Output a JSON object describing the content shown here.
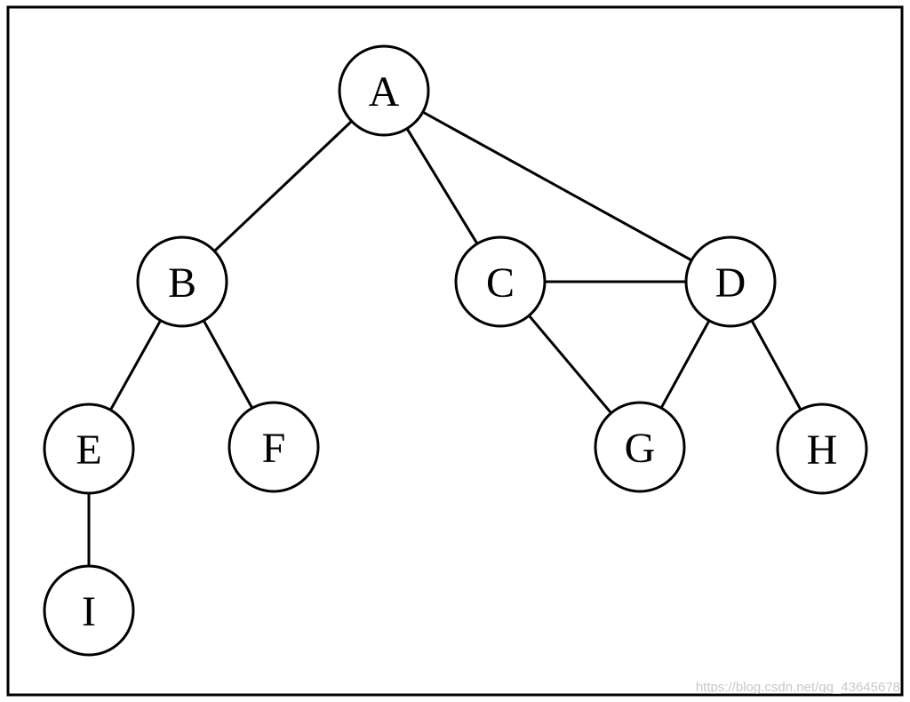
{
  "graph": {
    "nodes": [
      {
        "id": "A",
        "label": "A"
      },
      {
        "id": "B",
        "label": "B"
      },
      {
        "id": "C",
        "label": "C"
      },
      {
        "id": "D",
        "label": "D"
      },
      {
        "id": "E",
        "label": "E"
      },
      {
        "id": "F",
        "label": "F"
      },
      {
        "id": "G",
        "label": "G"
      },
      {
        "id": "H",
        "label": "H"
      },
      {
        "id": "I",
        "label": "I"
      }
    ],
    "edges": [
      {
        "from": "A",
        "to": "B"
      },
      {
        "from": "A",
        "to": "C"
      },
      {
        "from": "A",
        "to": "D"
      },
      {
        "from": "B",
        "to": "E"
      },
      {
        "from": "B",
        "to": "F"
      },
      {
        "from": "C",
        "to": "D"
      },
      {
        "from": "C",
        "to": "G"
      },
      {
        "from": "D",
        "to": "G"
      },
      {
        "from": "D",
        "to": "H"
      },
      {
        "from": "E",
        "to": "I"
      }
    ]
  },
  "watermark": "https://blog.csdn.net/qq_43645678"
}
